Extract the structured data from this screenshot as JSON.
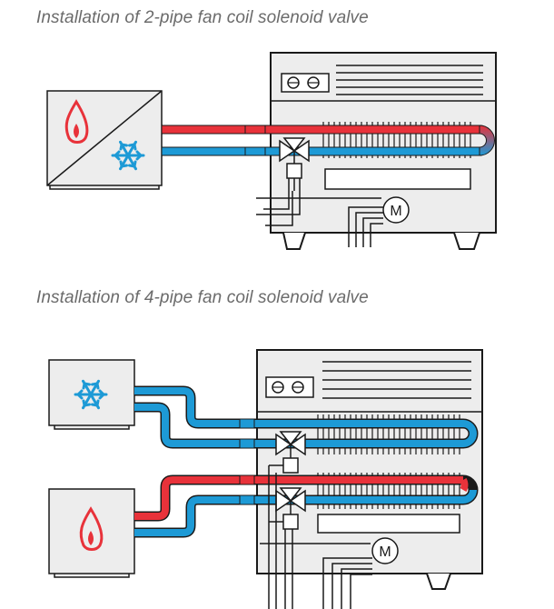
{
  "titles": {
    "two_pipe": "Installation of 2-pipe fan coil solenoid valve",
    "four_pipe": "Installation of 4-pipe fan coil solenoid valve"
  },
  "labels": {
    "motor": "M"
  },
  "colors": {
    "hot_pipe": "#e8323a",
    "cold_pipe": "#1d9ad6",
    "outline": "#1a1a1a",
    "unit_fill": "#ededed",
    "title_text": "#6b6b6b"
  },
  "icons": {
    "heat": "flame-icon",
    "cool": "snowflake-icon",
    "motor": "motor-icon",
    "valve": "valve-icon"
  }
}
